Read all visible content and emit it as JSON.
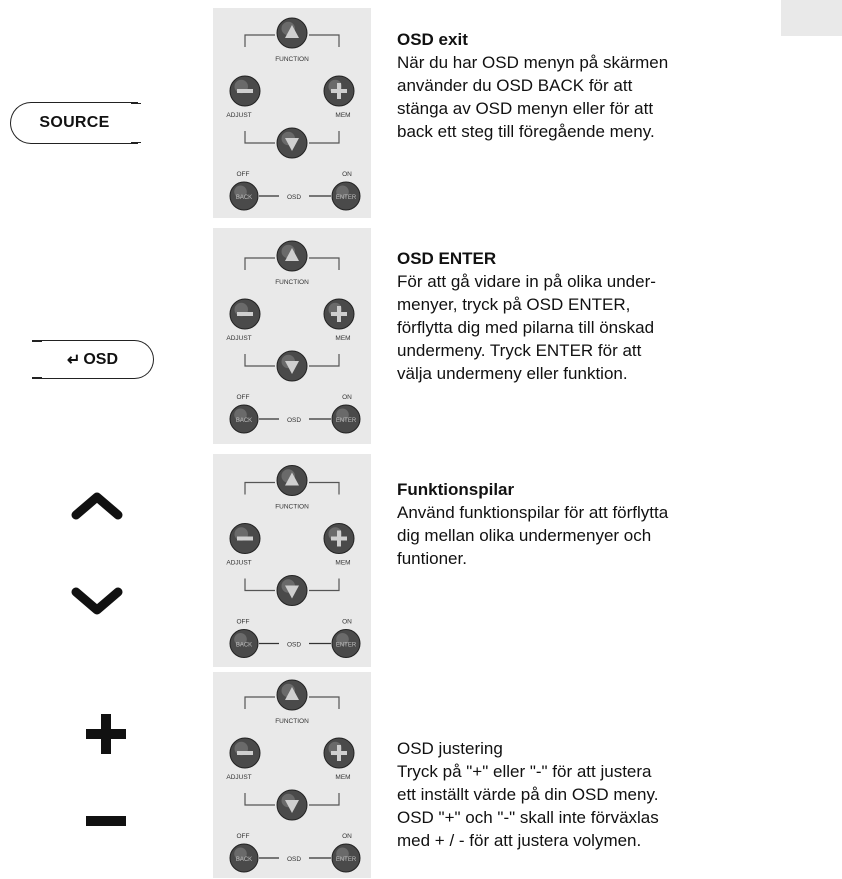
{
  "remote_panel": {
    "function_label": "FUNCTION",
    "adjust_label": "ADJUST",
    "mem_label": "MEM",
    "off_label": "OFF",
    "on_label": "ON",
    "osd_label": "OSD",
    "back_label": "BACK",
    "enter_label": "ENTER"
  },
  "keys": {
    "source_label": "SOURCE",
    "osd_label": "OSD",
    "osd_icon": "enter-arrow-icon",
    "up_icon": "chevron-up-icon",
    "down_icon": "chevron-down-icon",
    "plus_icon": "plus-icon",
    "minus_icon": "minus-icon"
  },
  "sections": [
    {
      "title": "OSD exit",
      "lines": [
        "När du har OSD menyn på skärmen",
        "använder du OSD BACK för att",
        "stänga av OSD menyn eller för att",
        "back ett steg till föregående meny."
      ]
    },
    {
      "title": "OSD ENTER",
      "lines": [
        "För att gå vidare in på olika under-",
        "menyer, tryck på OSD ENTER,",
        "förflytta dig med pilarna till önskad",
        "undermeny. Tryck ENTER för att",
        "välja undermeny eller funktion."
      ]
    },
    {
      "title": "Funktionspilar",
      "lines": [
        "Använd funktionspilar för att förflytta",
        "dig mellan olika undermenyer och",
        "funtioner."
      ]
    },
    {
      "title": "OSD justering",
      "lines": [
        "Tryck på \"+\" eller \"-\" för att justera",
        "ett inställt värde på din OSD meny.",
        "OSD \"+\" och \"-\" skall inte förväxlas",
        "med + / - för att justera volymen."
      ]
    }
  ],
  "colors": {
    "panel_bg": "#e9e9e9",
    "button_fill": "#4a4a4a"
  }
}
